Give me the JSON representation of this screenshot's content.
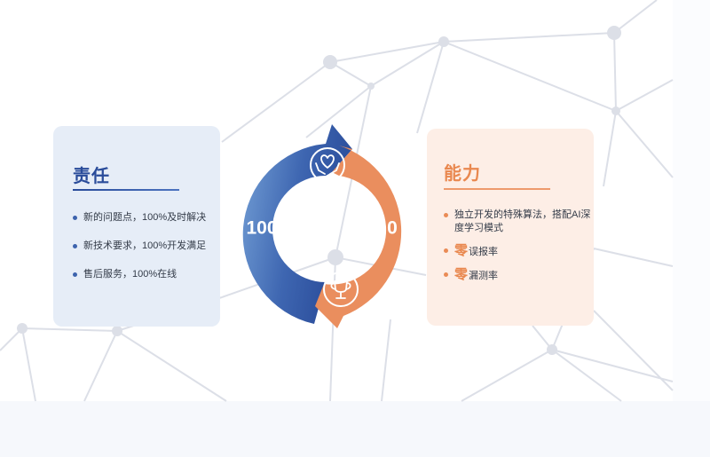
{
  "left_card": {
    "title": "责任",
    "items": [
      "新的问题点，100%及时解决",
      "新技术要求，100%开发满足",
      "售后服务，100%在线"
    ]
  },
  "right_card": {
    "title": "能力",
    "item1": "独立开发的特殊算法，搭配AI深度学习模式",
    "item2_prefix": "零",
    "item2_text": "误报率",
    "item3_prefix": "零",
    "item3_text": "漏测率"
  },
  "cycle": {
    "left_value": "100",
    "right_value": "0",
    "top_icon": "hands-heart-icon",
    "bottom_icon": "trophy-icon"
  },
  "colors": {
    "blue": "#2a4c9a",
    "blue_light": "#6f9ad3",
    "orange": "#ea8e5e",
    "network": "#dcdfe7"
  }
}
